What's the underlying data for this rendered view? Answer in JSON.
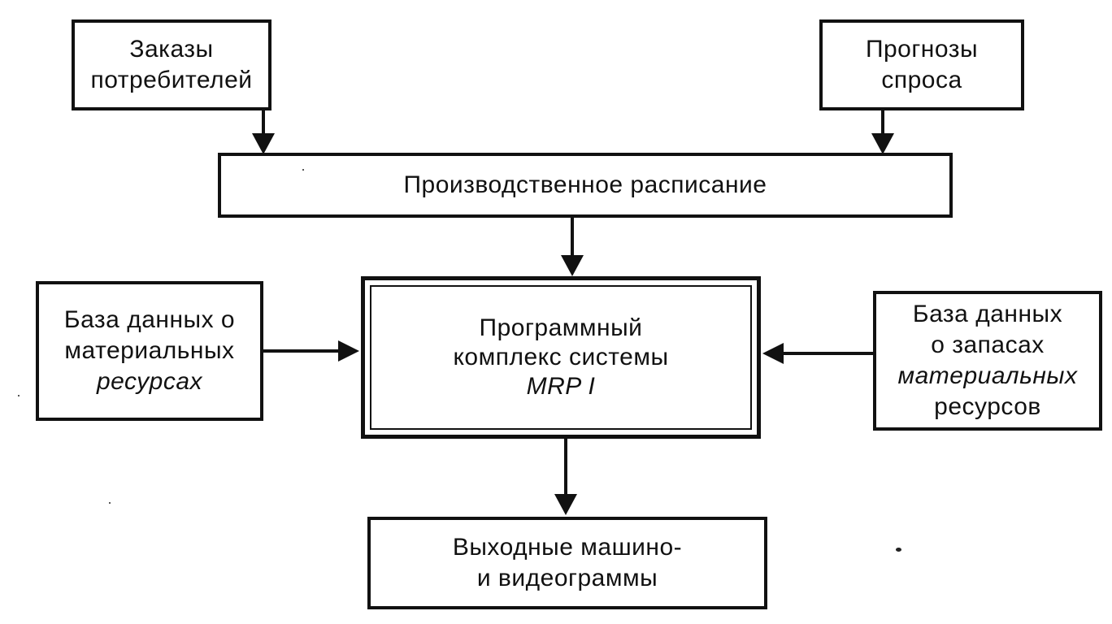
{
  "nodes": {
    "orders": {
      "lines": [
        "Заказы",
        "потребителей"
      ]
    },
    "forecast": {
      "lines": [
        "Прогнозы",
        "спроса"
      ]
    },
    "schedule": {
      "lines": [
        "Производственное расписание"
      ]
    },
    "core": {
      "lines": [
        "Программный",
        "комплекс системы",
        "MRP I"
      ]
    },
    "materials_db": {
      "lines": [
        "База данных о",
        "материальных",
        "ресурсах"
      ]
    },
    "stock_db": {
      "lines": [
        "База данных",
        "о запасах",
        "материальных",
        "ресурсов"
      ]
    },
    "output": {
      "lines": [
        "Выходные машино-",
        "и видеограммы"
      ]
    }
  },
  "edges": [
    {
      "from": "orders",
      "to": "schedule"
    },
    {
      "from": "forecast",
      "to": "schedule"
    },
    {
      "from": "schedule",
      "to": "core"
    },
    {
      "from": "materials_db",
      "to": "core"
    },
    {
      "from": "stock_db",
      "to": "core"
    },
    {
      "from": "core",
      "to": "output"
    }
  ],
  "colors": {
    "stroke": "#111111",
    "background": "#ffffff"
  }
}
